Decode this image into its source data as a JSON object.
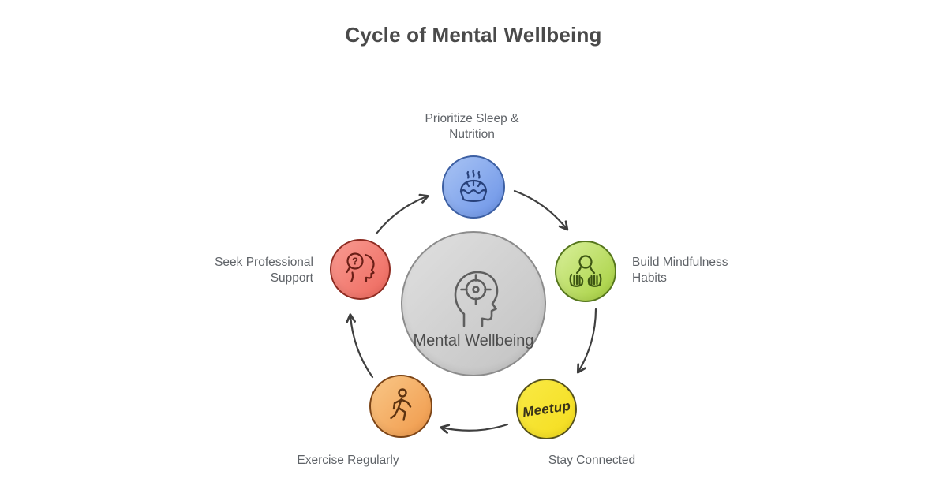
{
  "title": "Cycle of Mental Wellbeing",
  "arrow_color": "#3f3f3f",
  "center_node": {
    "label_lines": [
      "Mental",
      "Wellbeing"
    ],
    "icon": "head-target-icon",
    "fill_light": "#e0e0e0",
    "fill_dark": "#c2c2c2",
    "border": "#8c8c8c",
    "icon_color": "#5f5f5f"
  },
  "nodes": [
    {
      "id": "prioritize-sleep-nutrition",
      "label_lines": [
        "Prioritize Sleep &",
        "Nutrition"
      ],
      "icon": "steaming-pie-icon",
      "fill_light": "#a9c4f4",
      "fill_dark": "#6b93e7",
      "border": "#3c5fa3",
      "icon_color": "#27407a"
    },
    {
      "id": "build-mindfulness-habits",
      "label_lines": [
        "Build Mindfulness",
        "Habits"
      ],
      "icon": "hands-holding-head-icon",
      "fill_light": "#d9f09b",
      "fill_dark": "#a5cf3d",
      "border": "#55761c",
      "icon_color": "#3c5513"
    },
    {
      "id": "stay-connected",
      "label_lines": [
        "Stay Connected"
      ],
      "icon": "meetup-logo",
      "logo_text": "Meetup",
      "fill_light": "#f9ea45",
      "fill_dark": "#f4dd1e",
      "border": "#55511d",
      "icon_color": "#39331a"
    },
    {
      "id": "exercise-regularly",
      "label_lines": [
        "Exercise Regularly"
      ],
      "icon": "walking-person-icon",
      "fill_light": "#f9c787",
      "fill_dark": "#f0994a",
      "border": "#7c4416",
      "icon_color": "#5d3310"
    },
    {
      "id": "seek-professional-support",
      "label_lines": [
        "Seek Professional",
        "Support"
      ],
      "icon": "magnifier-question-head-icon",
      "fill_light": "#f89b92",
      "fill_dark": "#ee685d",
      "border": "#8e2b21",
      "icon_color": "#6b1f17"
    }
  ]
}
